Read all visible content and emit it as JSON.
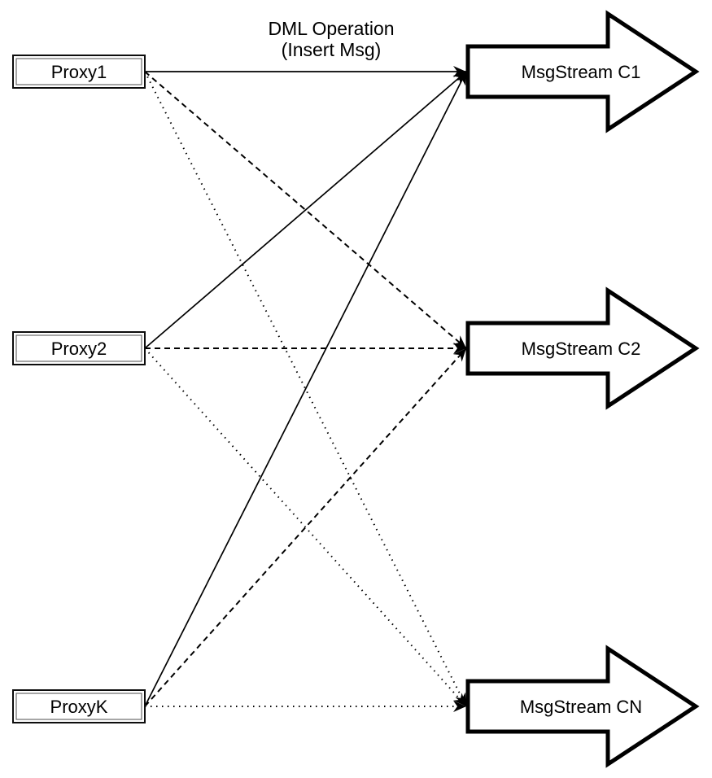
{
  "diagram": {
    "title_line1": "DML Operation",
    "title_line2": "(Insert Msg)",
    "proxies": [
      {
        "id": "proxy1",
        "label": "Proxy1"
      },
      {
        "id": "proxy2",
        "label": "Proxy2"
      },
      {
        "id": "proxyk",
        "label": "ProxyK"
      }
    ],
    "streams": [
      {
        "id": "msgstream-c1",
        "label": "MsgStream C1"
      },
      {
        "id": "msgstream-c2",
        "label": "MsgStream C2"
      },
      {
        "id": "msgstream-cn",
        "label": "MsgStream CN"
      }
    ],
    "edges": [
      {
        "from": "Proxy1",
        "to": "MsgStream C1",
        "style": "solid"
      },
      {
        "from": "Proxy2",
        "to": "MsgStream C1",
        "style": "solid"
      },
      {
        "from": "ProxyK",
        "to": "MsgStream C1",
        "style": "solid"
      },
      {
        "from": "Proxy1",
        "to": "MsgStream C2",
        "style": "dashed"
      },
      {
        "from": "Proxy2",
        "to": "MsgStream C2",
        "style": "dashed"
      },
      {
        "from": "ProxyK",
        "to": "MsgStream C2",
        "style": "dashed"
      },
      {
        "from": "Proxy1",
        "to": "MsgStream CN",
        "style": "dotted"
      },
      {
        "from": "Proxy2",
        "to": "MsgStream CN",
        "style": "dotted"
      },
      {
        "from": "ProxyK",
        "to": "MsgStream CN",
        "style": "dotted"
      }
    ],
    "colors": {
      "background": "#ffffff",
      "stroke": "#000000",
      "shape_fill": "#ffffff"
    }
  }
}
